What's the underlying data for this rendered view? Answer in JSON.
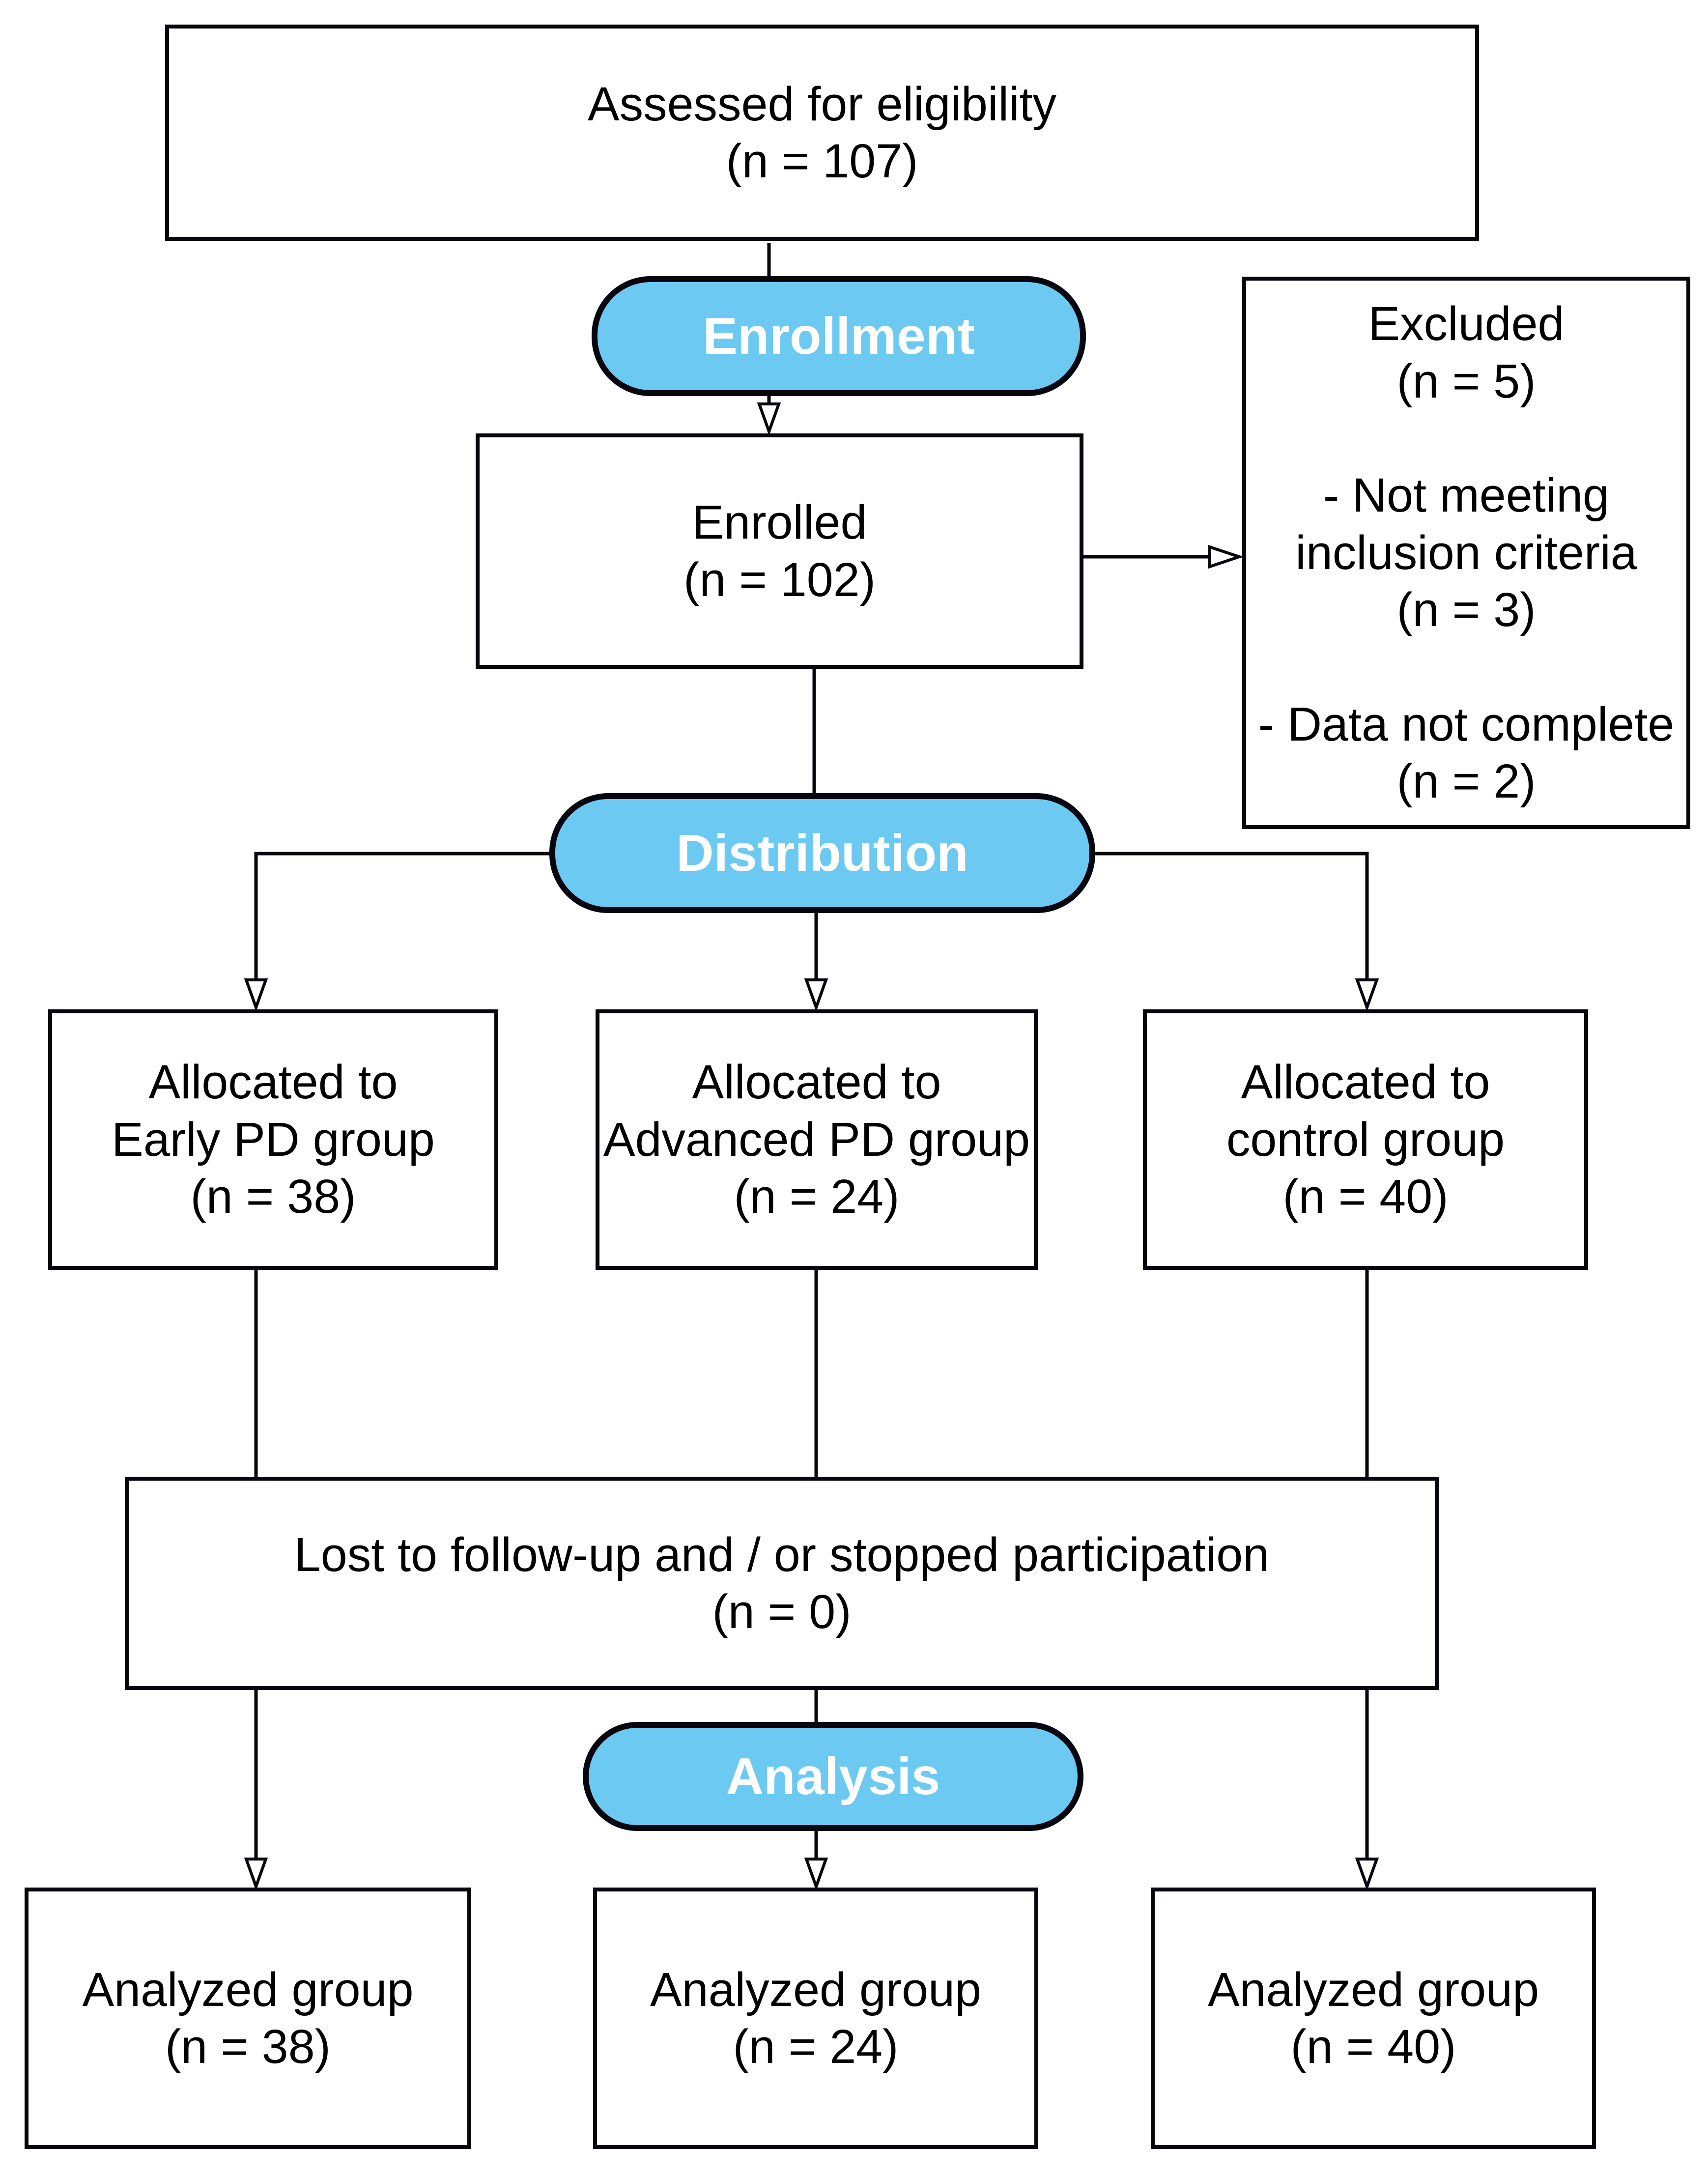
{
  "colors": {
    "stage_pill_fill": "#6cc9f1",
    "stage_pill_text": "#ffffff",
    "line": "#06060f",
    "box_border": "#06060f",
    "text": "#000000",
    "background": "#ffffff"
  },
  "nodes": {
    "assessed": "Assessed for eligibility\n(n = 107)",
    "enrollment_stage": "Enrollment",
    "enrolled": "Enrolled\n(n = 102)",
    "excluded": "Excluded\n(n = 5)\n\n- Not meeting\ninclusion criteria\n(n = 3)\n\n- Data not complete\n(n = 2)",
    "distribution_stage": "Distribution",
    "allocated_early": "Allocated to\nEarly PD group\n(n = 38)",
    "allocated_advanced": "Allocated to\nAdvanced PD group\n(n = 24)",
    "allocated_control": "Allocated to\ncontrol group\n(n = 40)",
    "lost_followup": "Lost to follow-up and / or stopped participation\n(n = 0)",
    "analysis_stage": "Analysis",
    "analyzed_early": "Analyzed group\n(n = 38)",
    "analyzed_advanced": "Analyzed group\n(n = 24)",
    "analyzed_control": "Analyzed group\n(n = 40)"
  }
}
